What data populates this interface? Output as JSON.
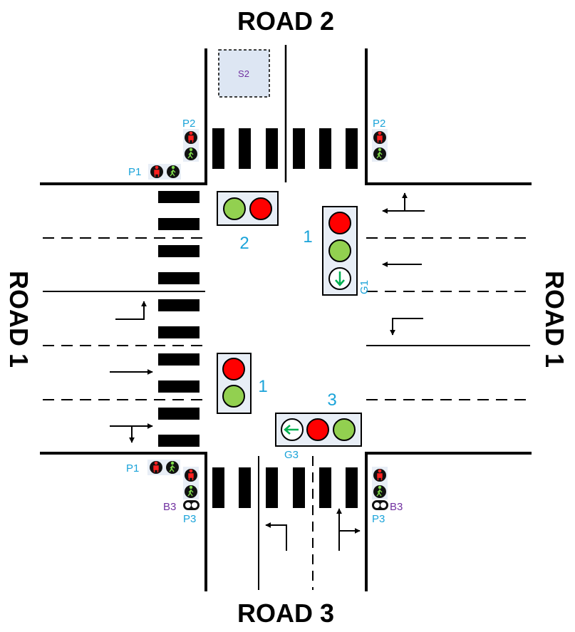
{
  "roads": {
    "top": "ROAD 2",
    "left": "ROAD 1",
    "right": "ROAD 1",
    "bottom": "ROAD 3"
  },
  "signals": {
    "s1_east": {
      "number": "1",
      "arrow_label": "G1"
    },
    "s2": {
      "number": "2"
    },
    "s1_west": {
      "number": "1"
    },
    "s3": {
      "number": "3",
      "arrow_label": "G3"
    }
  },
  "pedestrian": {
    "p2_left": "P2",
    "p2_right": "P2",
    "p1_top": "P1",
    "p1_bottom": "P1",
    "p3_left": "P3",
    "p3_right": "P3",
    "b3_left": "B3",
    "b3_right": "B3"
  },
  "sensor": {
    "label": "S2"
  },
  "colors": {
    "label_blue": "#1aa3d9",
    "label_purple": "#7030a0",
    "lamp_red": "#ff0000",
    "lamp_green": "#92d050",
    "arrow_green": "#00b050",
    "housing_fill": "#e8eef6",
    "sensor_fill": "#dde6f3"
  }
}
